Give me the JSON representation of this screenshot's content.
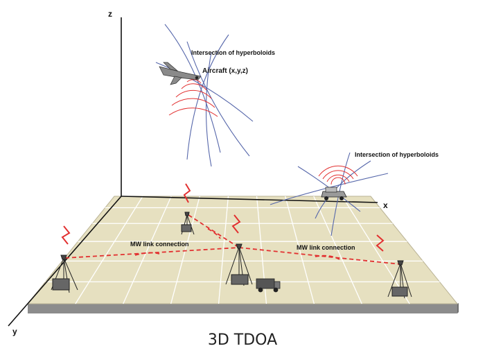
{
  "axes": {
    "x": "x",
    "y": "y",
    "z": "z"
  },
  "labels": {
    "intersection_air": "Intersection of hyperboloids",
    "aircraft": "Aircraft (x,y,z)",
    "intersection_ground": "Intersection of hyperboloids",
    "mw_link_left": "MW link connection",
    "mw_link_right": "MW link connection"
  },
  "title": "3D TDOA",
  "colors": {
    "plane_top": "#e6e0c0",
    "plane_edge": "#8c8c8c",
    "grid": "#ffffff",
    "hyperbola": "#5566aa",
    "signal": "#e23030",
    "axis": "#111111"
  },
  "icons": [
    "aircraft-icon",
    "ground-vehicle-icon",
    "antenna-tower-icon",
    "shelter-truck-icon",
    "lightning-signal-icon"
  ]
}
